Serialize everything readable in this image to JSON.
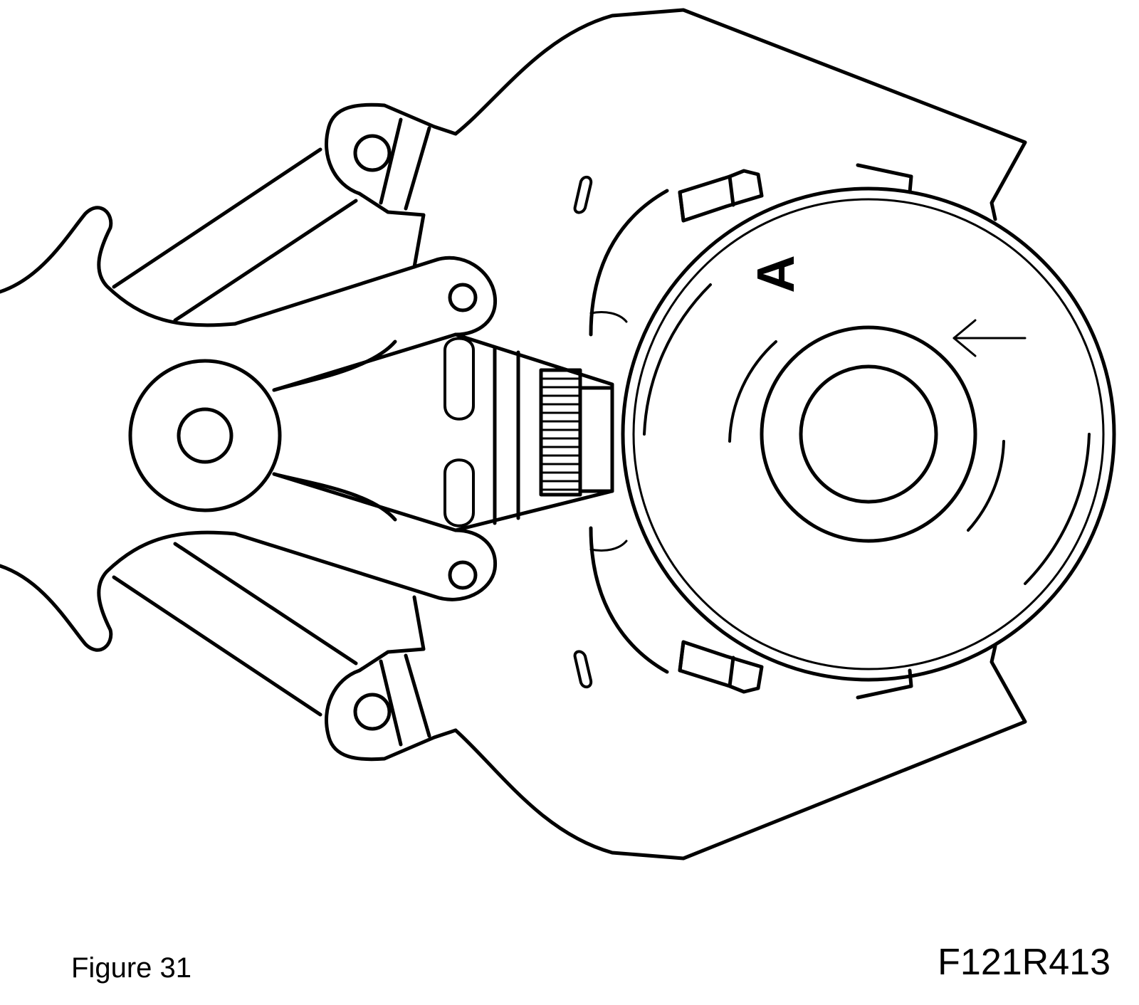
{
  "figure": {
    "label": "Figure 31",
    "reference_code": "F121R413",
    "callout": "A"
  },
  "colors": {
    "ink": "#000000",
    "paper": "#ffffff"
  },
  "icons": {
    "rotation_arrow": "left-arrow-icon"
  }
}
